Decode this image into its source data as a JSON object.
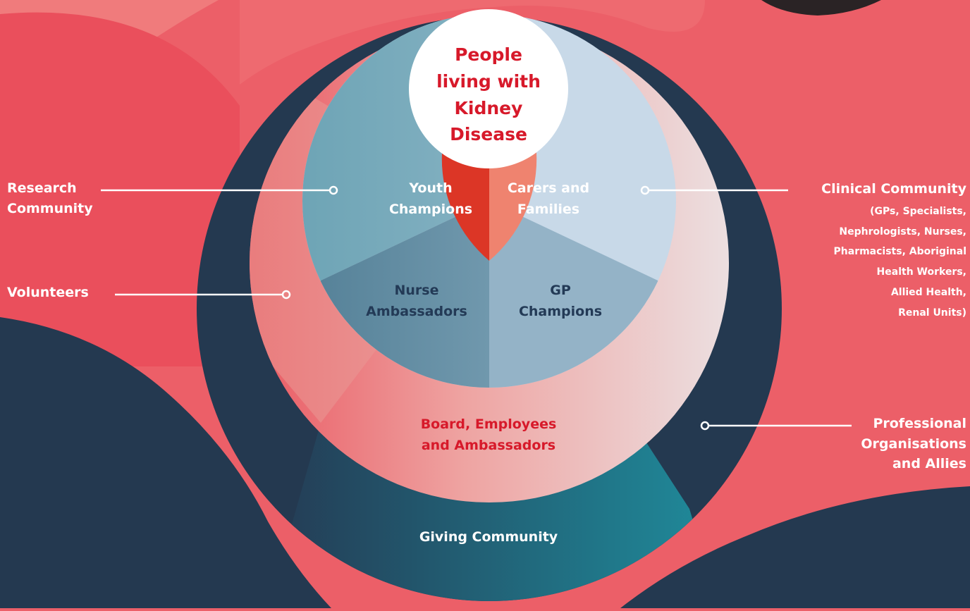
{
  "center": {
    "lines": [
      "People",
      "living with",
      "Kidney",
      "Disease"
    ]
  },
  "inner_ring": {
    "youth": [
      "Youth",
      "Champions"
    ],
    "carers": [
      "Carers and",
      "Families"
    ]
  },
  "middle_ring": {
    "nurse": [
      "Nurse",
      "Ambassadors"
    ],
    "gp": [
      "GP",
      "Champions"
    ]
  },
  "board": [
    "Board, Employees",
    "and Ambassadors"
  ],
  "giving": "Giving Community",
  "callouts": {
    "research": [
      "Research",
      "Community"
    ],
    "volunteers": "Volunteers",
    "clinical_title": "Clinical Community",
    "clinical_detail": [
      "(GPs, Specialists,",
      "Nephrologists, Nurses,",
      "Pharmacists, Aboriginal",
      "Health Workers,",
      "Allied Health,",
      "Renal Units)"
    ],
    "professional": [
      "Professional",
      "Organisations",
      "and Allies"
    ]
  },
  "colors": {
    "background": "#ec5f68",
    "background_dark": "#ea4f5c",
    "navy": "#243950",
    "red": "#dc3626",
    "coral": "#ef836f",
    "text_red": "#d7192a",
    "text_navy": "#233a56",
    "teal": "#1f8a9a"
  }
}
